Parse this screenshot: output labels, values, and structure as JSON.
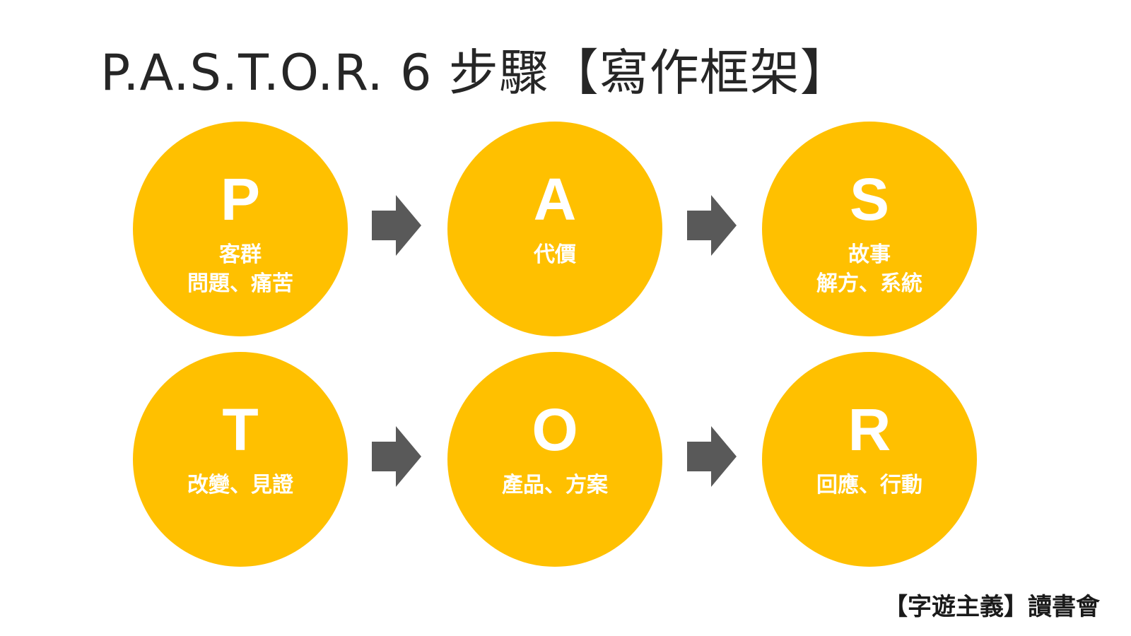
{
  "title": "P.A.S.T.O.R. 6 步驟【寫作框架】",
  "steps": [
    {
      "letter": "P",
      "lines": [
        "客群",
        "問題、痛苦"
      ]
    },
    {
      "letter": "A",
      "lines": [
        "代價"
      ]
    },
    {
      "letter": "S",
      "lines": [
        "故事",
        "解方、系統"
      ]
    },
    {
      "letter": "T",
      "lines": [
        "改變、見證"
      ]
    },
    {
      "letter": "O",
      "lines": [
        "產品、方案"
      ]
    },
    {
      "letter": "R",
      "lines": [
        "回應、行動"
      ]
    }
  ],
  "footer": "【字遊主義】讀書會",
  "colors": {
    "circle": "#ffc000",
    "arrow": "#595959",
    "title": "#262626",
    "text_on_circle": "#ffffff"
  },
  "icons": [
    "arrow-right-icon"
  ]
}
